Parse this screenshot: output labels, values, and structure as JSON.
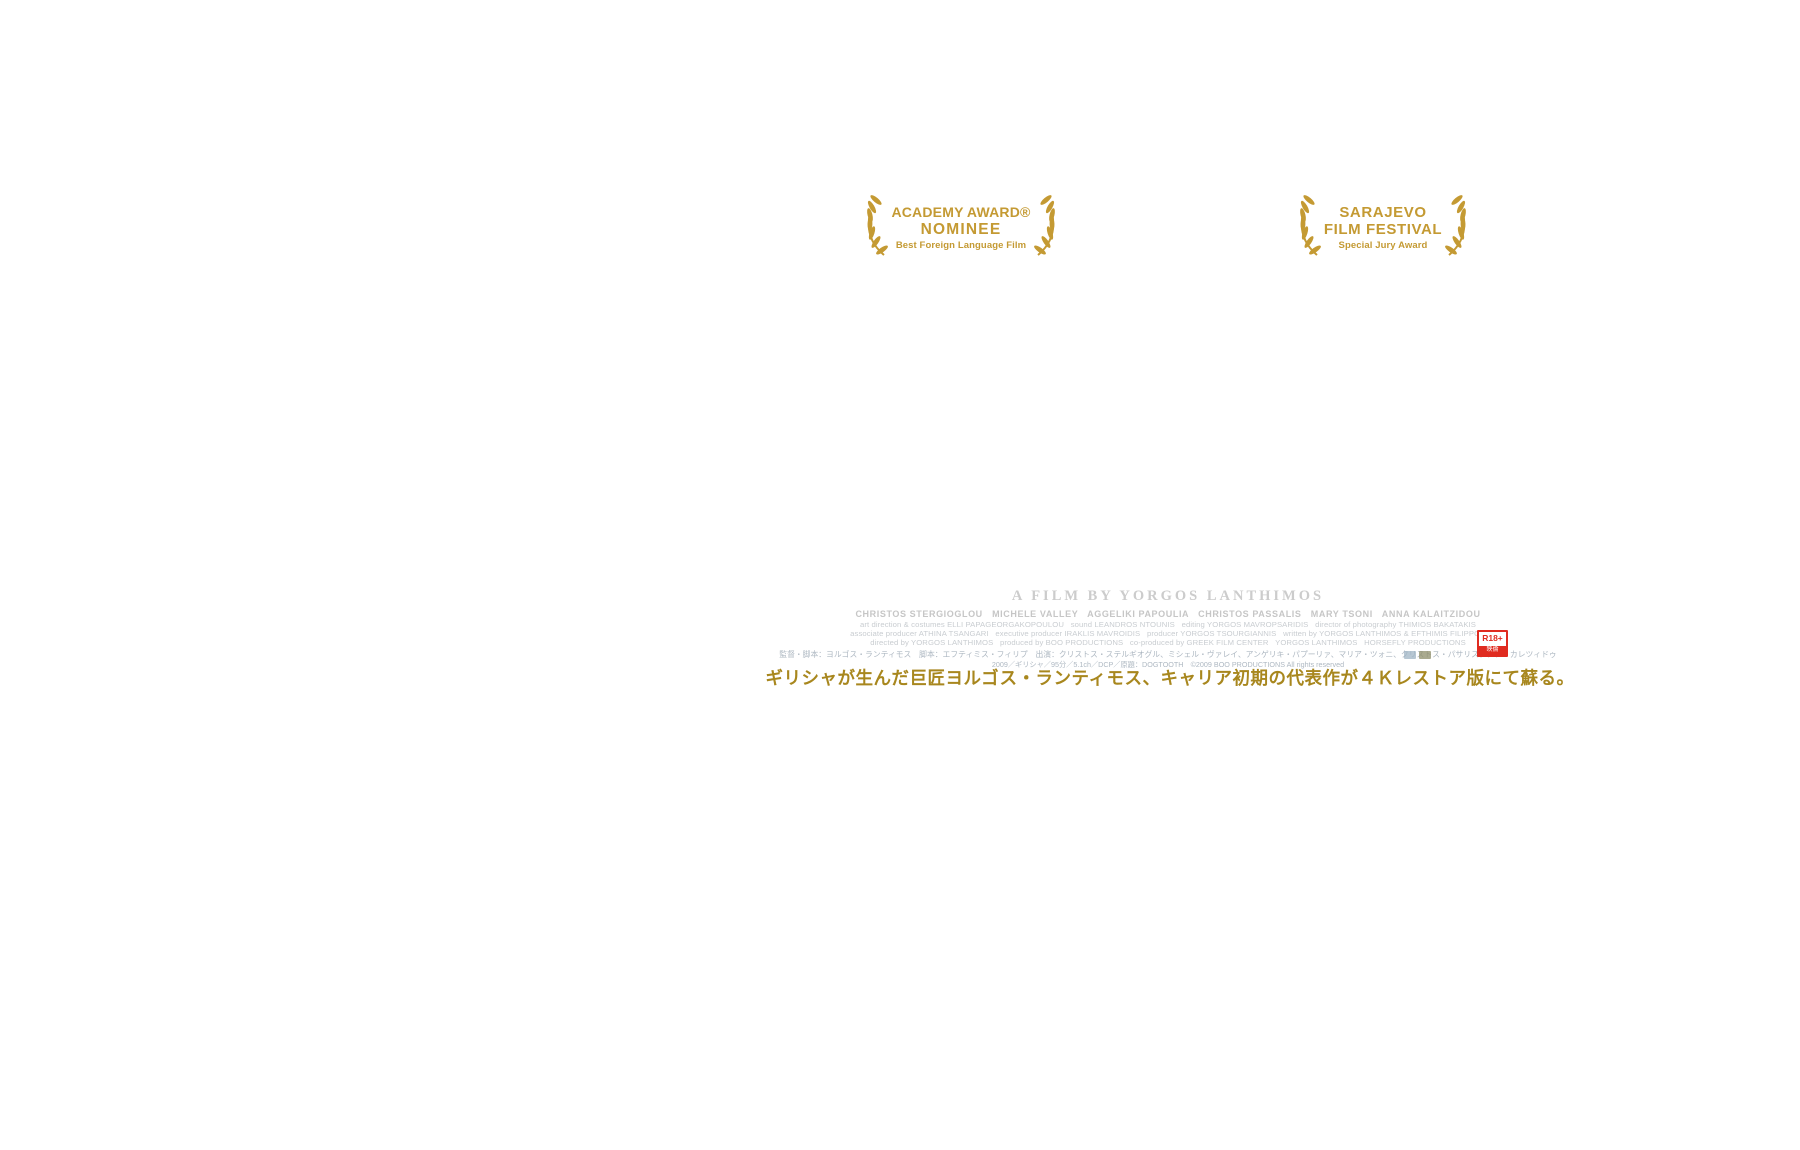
{
  "colors": {
    "gold": "#c49a33",
    "taglineGold": "#a8871e",
    "ratingRed": "#e02b20",
    "background": "#ffffff"
  },
  "icons": {
    "laurel_left": "laurel-branch",
    "laurel_right": "laurel-branch-mirrored"
  },
  "awards": [
    {
      "line1": "ACADEMY AWARD®",
      "line2": "NOMINEE",
      "line3": "Best Foreign Language Film"
    },
    {
      "line1": "SARAJEVO",
      "line2": "FILM FESTIVAL",
      "line3": "Special Jury Award"
    }
  ],
  "credits": {
    "film_by": "A FILM BY YORGOS LANTHIMOS",
    "cast": "CHRISTOS STERGIOGLOU   MICHELE VALLEY   AGGELIKI PAPOULIA   CHRISTOS PASSALIS   MARY TSONI   ANNA KALAITZIDOU",
    "crew_line1": "art direction & costumes ELLI PAPAGEORGAKOPOULOU   sound LEANDROS NTOUNIS   editing YORGOS MAVROPSARIDIS   director of photography THIMIOS BAKATAKIS",
    "crew_line2": "associate producer ATHINA TSANGARI   executive producer IRAKLIS MAVROIDIS   producer YORGOS TSOURGIANNIS   written by YORGOS LANTHIMOS & EFTHIMIS FILIPPOU",
    "crew_line3": "directed by YORGOS LANTHIMOS   produced by BOO PRODUCTIONS   co-produced by GREEK FILM CENTER   YORGOS LANTHIMOS   HORSEFLY PRODUCTIONS",
    "jp_line1": "監督・脚本：ヨルゴス・ランティモス　脚本：エフティミス・フィリプ　出演：クリストス・ステルギオグル、ミシェル・ヴァレイ、アンゲリキ・パプーリァ、マリア・ツォニ、クリストス・パサリス、アナ・カレツィドゥ",
    "jp_line2": "2009／ギリシャ／95分／5.1ch／DCP／原題：DOGTOOTH　©2009 BOO PRODUCTIONS All rights reserved"
  },
  "rating": {
    "label": "R18+",
    "sub": "映倫"
  },
  "tagline": "ギリシャが生んだ巨匠ヨルゴス・ランティモス、キャリア初期の代表作が４Ｋレストア版にて蘇る。"
}
